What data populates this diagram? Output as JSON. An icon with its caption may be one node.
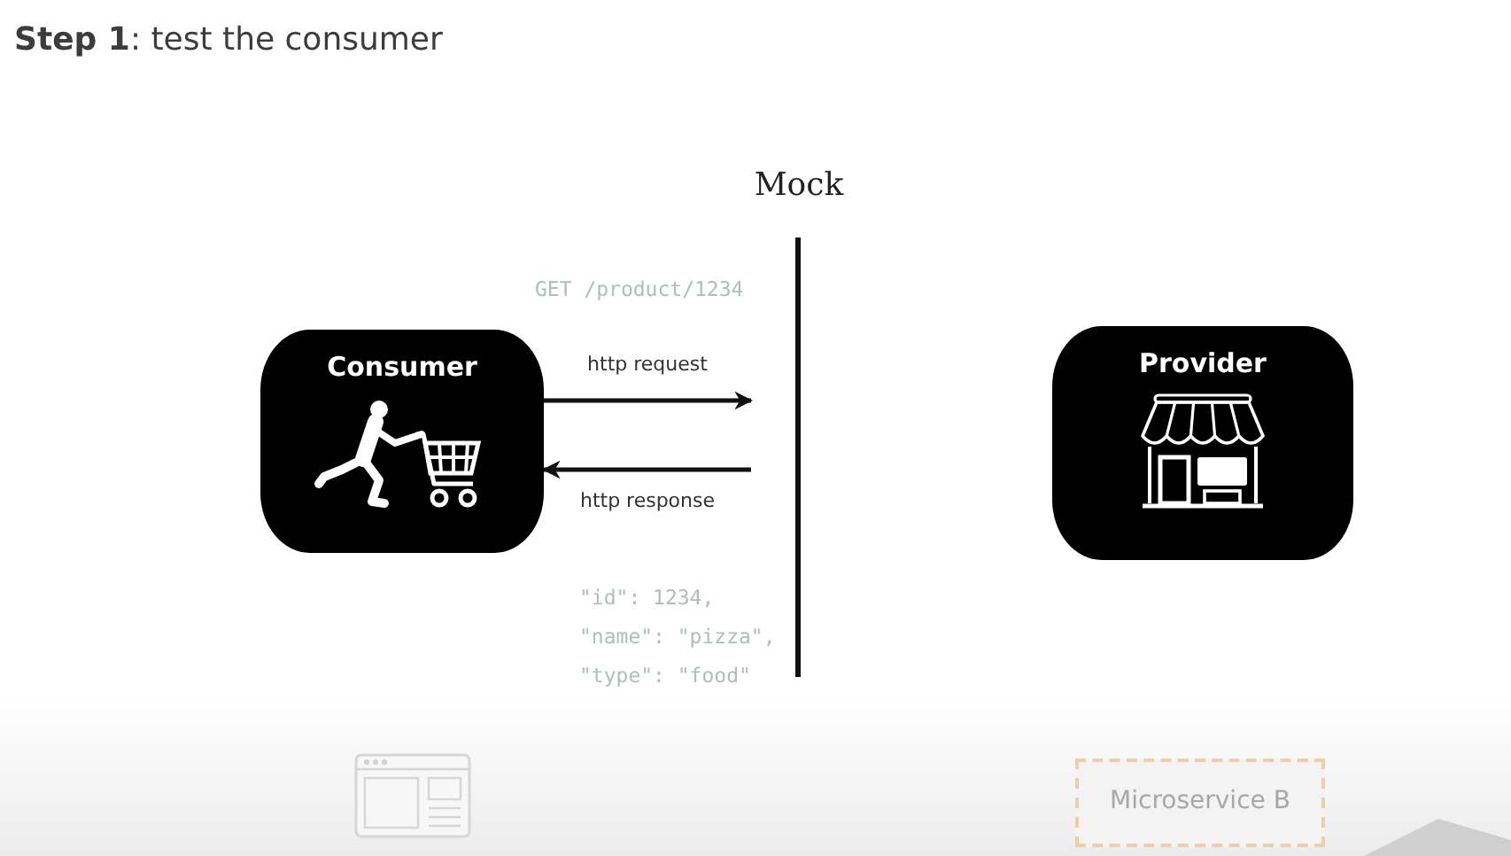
{
  "diagram": {
    "title": "**Step 1**: test the consumer",
    "nodes": [
      {
        "text": [
          "Consumer"
        ]
      },
      {
        "text": [
          "Mock"
        ]
      },
      {
        "text": [
          "Provider"
        ]
      },
      {
        "text": [
          "Microservice B"
        ]
      }
    ],
    "edges": [
      {
        "from": 0,
        "to": 1,
        "arrow": "to",
        "label": "http request"
      },
      {
        "from": 1,
        "to": 0,
        "arrow": "to",
        "label": "http response"
      }
    ],
    "labels": [
      "GET /product/1234",
      "\"id\": 1234,",
      "\"name\": \"pizza\",",
      "\"type\": \"food\""
    ]
  }
}
